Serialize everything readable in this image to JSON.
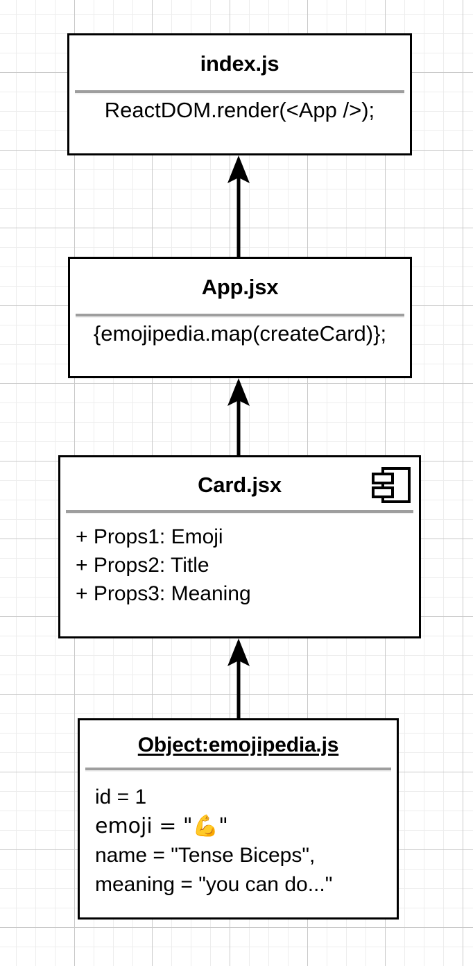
{
  "diagram": {
    "type": "uml-component-diagram",
    "background": "graph-paper-grid",
    "colors": {
      "stroke": "#000000",
      "fill": "#ffffff",
      "divider": "#9e9e9e",
      "grid_minor": "#ededed",
      "grid_major": "#c9c9c9",
      "emoji_accent": "#f0a830"
    },
    "nodes": [
      {
        "id": "index-js",
        "title": "index.js",
        "title_style": "bold",
        "body": [
          "ReactDOM.render(<App />);"
        ],
        "has_component_icon": false
      },
      {
        "id": "app-jsx",
        "title": "App.jsx",
        "title_style": "bold",
        "body": [
          "{emojipedia.map(createCard)};"
        ],
        "has_component_icon": false
      },
      {
        "id": "card-jsx",
        "title": "Card.jsx",
        "title_style": "bold",
        "body": [
          "+ Props1: Emoji",
          "+ Props2: Title",
          "+ Props3: Meaning"
        ],
        "has_component_icon": true,
        "icon_name": "uml-component-icon"
      },
      {
        "id": "object-emojipedia-js",
        "title": "Object:emojipedia.js",
        "title_style": "bold-underlined",
        "body": [
          "id = 1",
          "emoji = \"💪\"",
          "name = \"Tense Biceps\",",
          "meaning = \"you can do...\""
        ],
        "has_component_icon": false
      }
    ],
    "edges": [
      {
        "id": "edge-app-to-index",
        "from": "app-jsx",
        "to": "index-js",
        "arrowhead": "filled-triangle",
        "direction": "up"
      },
      {
        "id": "edge-card-to-app",
        "from": "card-jsx",
        "to": "app-jsx",
        "arrowhead": "filled-triangle",
        "direction": "up"
      },
      {
        "id": "edge-object-to-card",
        "from": "object-emojipedia-js",
        "to": "card-jsx",
        "arrowhead": "filled-triangle",
        "direction": "up"
      }
    ]
  }
}
